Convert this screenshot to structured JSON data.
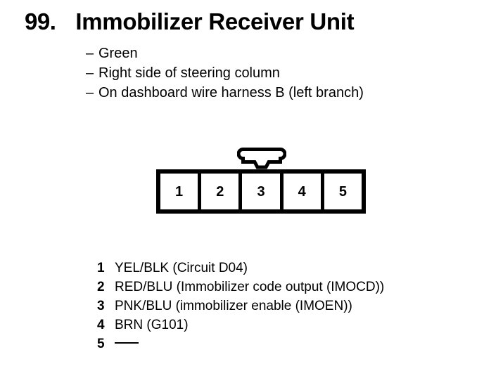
{
  "header": {
    "number": "99.",
    "title": "Immobilizer Receiver Unit",
    "bullet_dash": "–",
    "bullets": [
      "Green",
      "Right side of steering column",
      "On dashboard wire harness B (left branch)"
    ]
  },
  "connector": {
    "latch_icon": "connector-latch-tab",
    "terminal_count": 5,
    "terminals": [
      {
        "number": "1"
      },
      {
        "number": "2"
      },
      {
        "number": "3"
      },
      {
        "number": "4"
      },
      {
        "number": "5"
      }
    ]
  },
  "pin_legend": [
    {
      "number": "1",
      "description": "YEL/BLK (Circuit D04)",
      "empty": false
    },
    {
      "number": "2",
      "description": "RED/BLU (Immobilizer code output (IMOCD))",
      "empty": false
    },
    {
      "number": "3",
      "description": "PNK/BLU (immobilizer enable (IMOEN))",
      "empty": false
    },
    {
      "number": "4",
      "description": "BRN (G101)",
      "empty": false
    },
    {
      "number": "5",
      "description": "",
      "empty": true
    }
  ],
  "colors": {
    "ink": "#000000",
    "paper": "#ffffff"
  }
}
